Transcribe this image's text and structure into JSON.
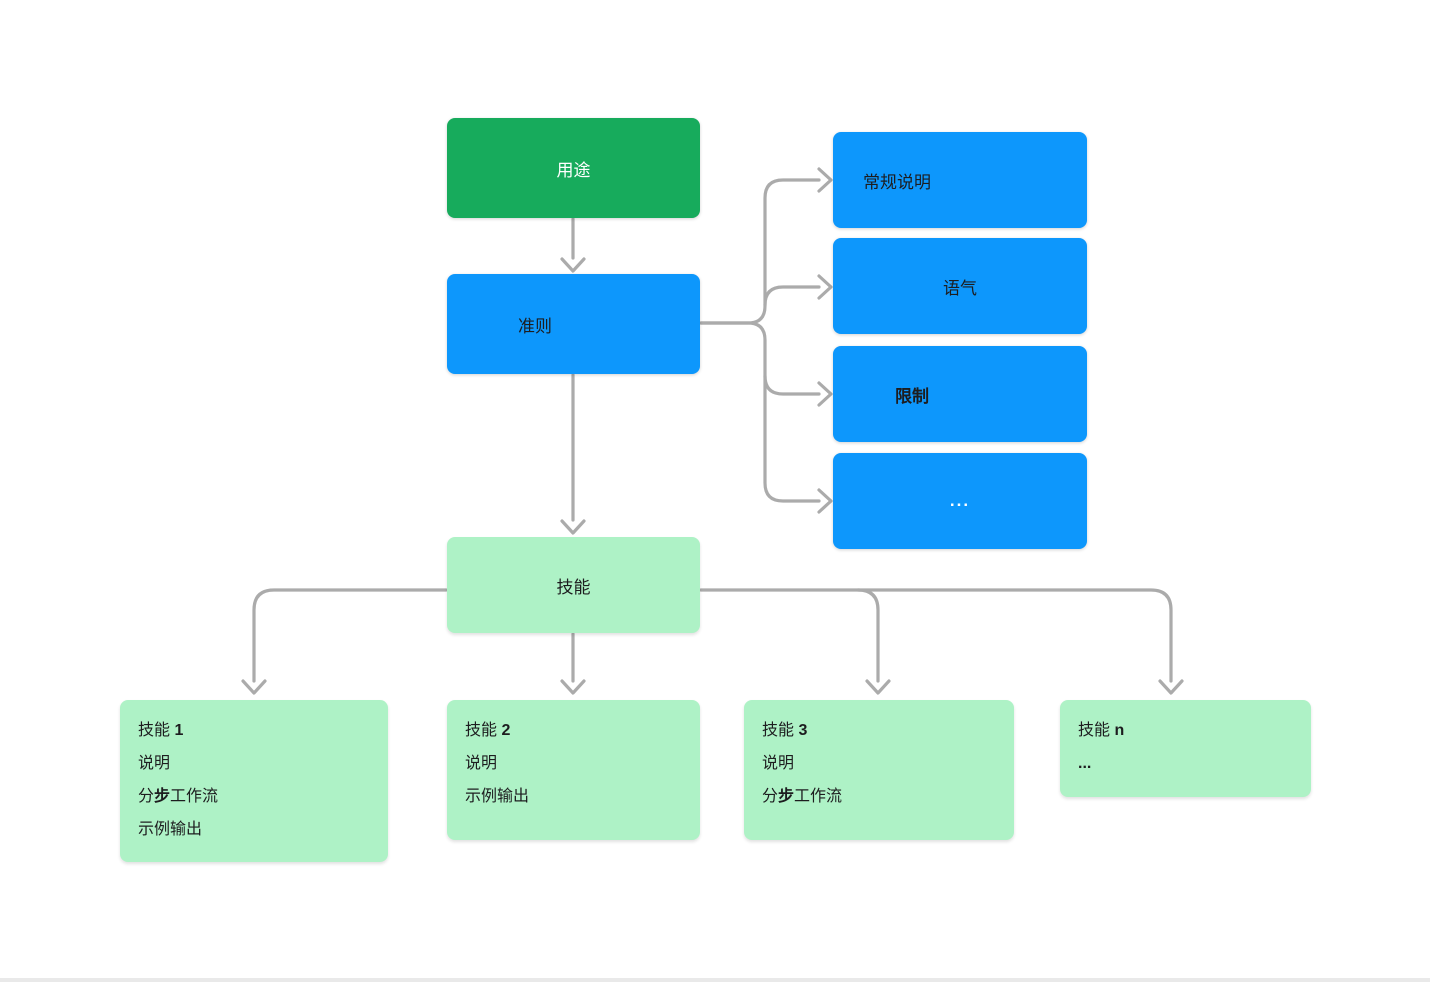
{
  "colors": {
    "green": "#17ab5c",
    "blue": "#0d97fc",
    "mint": "#aef2c6",
    "connector": "#ababab",
    "dark": "#1d1d1f",
    "white": "#ffffff",
    "footer": "#e9e9e9"
  },
  "nodes": {
    "purpose": {
      "label": "用途"
    },
    "guidelines": {
      "label": "准则"
    },
    "guideline_items": [
      {
        "label": "常规说明"
      },
      {
        "label": "语气"
      },
      {
        "label": "限制"
      },
      {
        "label": "..."
      }
    ],
    "skills": {
      "label": "技能"
    },
    "skill_cards": [
      {
        "lines": [
          [
            {
              "t": "技能 "
            },
            {
              "t": "1",
              "b": true
            }
          ],
          [
            {
              "t": "说明"
            }
          ],
          [
            {
              "t": "分"
            },
            {
              "t": "步",
              "b": true
            },
            {
              "t": "工作流"
            }
          ],
          [
            {
              "t": "示例输出"
            }
          ]
        ]
      },
      {
        "lines": [
          [
            {
              "t": "技能 "
            },
            {
              "t": "2",
              "b": true
            }
          ],
          [
            {
              "t": "说明"
            }
          ],
          [
            {
              "t": "示例输出"
            }
          ]
        ]
      },
      {
        "lines": [
          [
            {
              "t": "技能 "
            },
            {
              "t": "3",
              "b": true
            }
          ],
          [
            {
              "t": "说明"
            }
          ],
          [
            {
              "t": "分"
            },
            {
              "t": "步",
              "b": true
            },
            {
              "t": "工作流"
            }
          ]
        ]
      },
      {
        "lines": [
          [
            {
              "t": "技能 "
            },
            {
              "t": "n",
              "b": true
            }
          ],
          [
            {
              "t": "...",
              "b": true
            }
          ]
        ]
      }
    ]
  }
}
